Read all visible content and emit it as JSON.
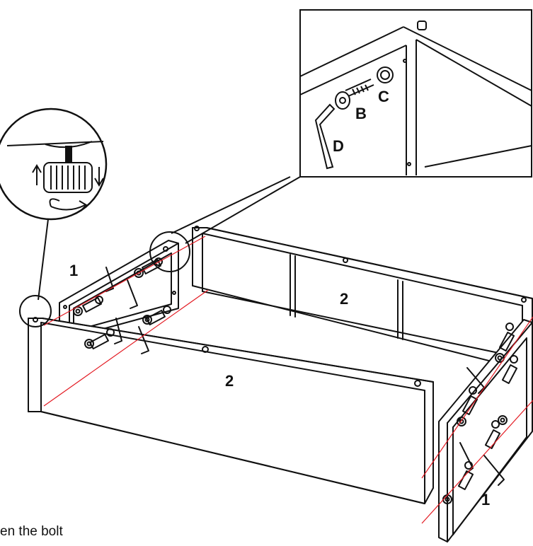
{
  "labels": {
    "panel_left": "1",
    "panel_back": "2",
    "panel_front": "2",
    "panel_right": "1",
    "part_b": "B",
    "part_c": "C",
    "part_d": "D"
  },
  "caption": "en the bolt",
  "colors": {
    "line": "#111111",
    "guide": "#e31b23",
    "panel_fill": "#ffffff"
  }
}
